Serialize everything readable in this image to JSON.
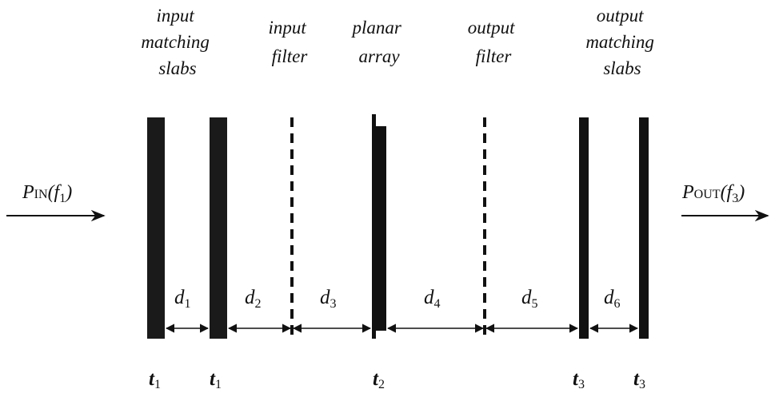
{
  "header_labels": {
    "input_matching": [
      "input",
      "matching",
      "slabs"
    ],
    "input_filter": [
      "input",
      "filter"
    ],
    "planar_array": [
      "planar",
      "array"
    ],
    "output_filter": [
      "output",
      "filter"
    ],
    "output_matching": [
      "output",
      "matching",
      "slabs"
    ]
  },
  "power_in": {
    "symbol": "P",
    "sub": "IN",
    "arg": "(f",
    "arg_sub": "1",
    "close": ")"
  },
  "power_out": {
    "symbol": "P",
    "sub": "OUT",
    "arg": "(f",
    "arg_sub": "3",
    "close": ")"
  },
  "distances": [
    {
      "symbol": "d",
      "sub": "1"
    },
    {
      "symbol": "d",
      "sub": "2"
    },
    {
      "symbol": "d",
      "sub": "3"
    },
    {
      "symbol": "d",
      "sub": "4"
    },
    {
      "symbol": "d",
      "sub": "5"
    },
    {
      "symbol": "d",
      "sub": "6"
    }
  ],
  "thicknesses": [
    {
      "symbol": "t",
      "sub": "1"
    },
    {
      "symbol": "t",
      "sub": "1"
    },
    {
      "symbol": "t",
      "sub": "2"
    },
    {
      "symbol": "t",
      "sub": "3"
    },
    {
      "symbol": "t",
      "sub": "3"
    }
  ]
}
